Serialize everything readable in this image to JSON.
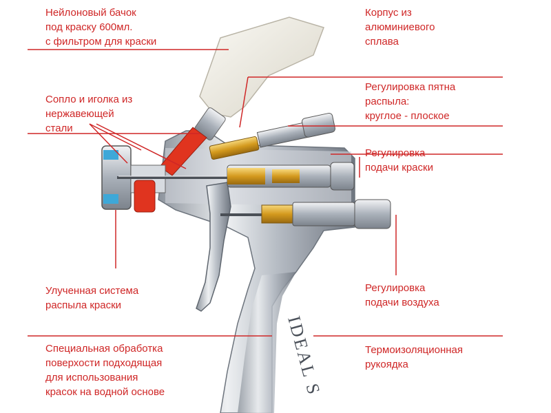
{
  "callouts_left": [
    {
      "id": "tank",
      "lines": [
        "Нейлоновый бачок",
        "под краску 600мл.",
        "с фильтром для краски"
      ]
    },
    {
      "id": "nozzle",
      "lines": [
        "Сопло и иголка из",
        "нержавеющей",
        "стали"
      ]
    },
    {
      "id": "atomization",
      "lines": [
        "Улученная система",
        "распыла краски"
      ]
    },
    {
      "id": "coating",
      "lines": [
        "Специальная обработка",
        "поверхости подходящая",
        "для использования",
        "красок на водной основе"
      ]
    }
  ],
  "callouts_right": [
    {
      "id": "body",
      "lines": [
        "Корпус из",
        "алюминиевого",
        "сплава"
      ]
    },
    {
      "id": "pattern",
      "lines": [
        "Регулировка пятна",
        "распыла:",
        "круглое - плоское"
      ]
    },
    {
      "id": "paint_feed",
      "lines": [
        "Регулировка",
        "подачи краски"
      ]
    },
    {
      "id": "air_feed",
      "lines": [
        "Регулировка",
        "подачи воздуха"
      ]
    },
    {
      "id": "handle",
      "lines": [
        "Термоизоляционная",
        "рукоядка"
      ]
    }
  ],
  "gun": {
    "handle_text": "IDEAL S"
  },
  "colors": {
    "callout": "#cf2626",
    "body": "#b8bec6",
    "brass": "#d9a62a",
    "red_part": "#e0341f",
    "tank": "#ece9df"
  }
}
